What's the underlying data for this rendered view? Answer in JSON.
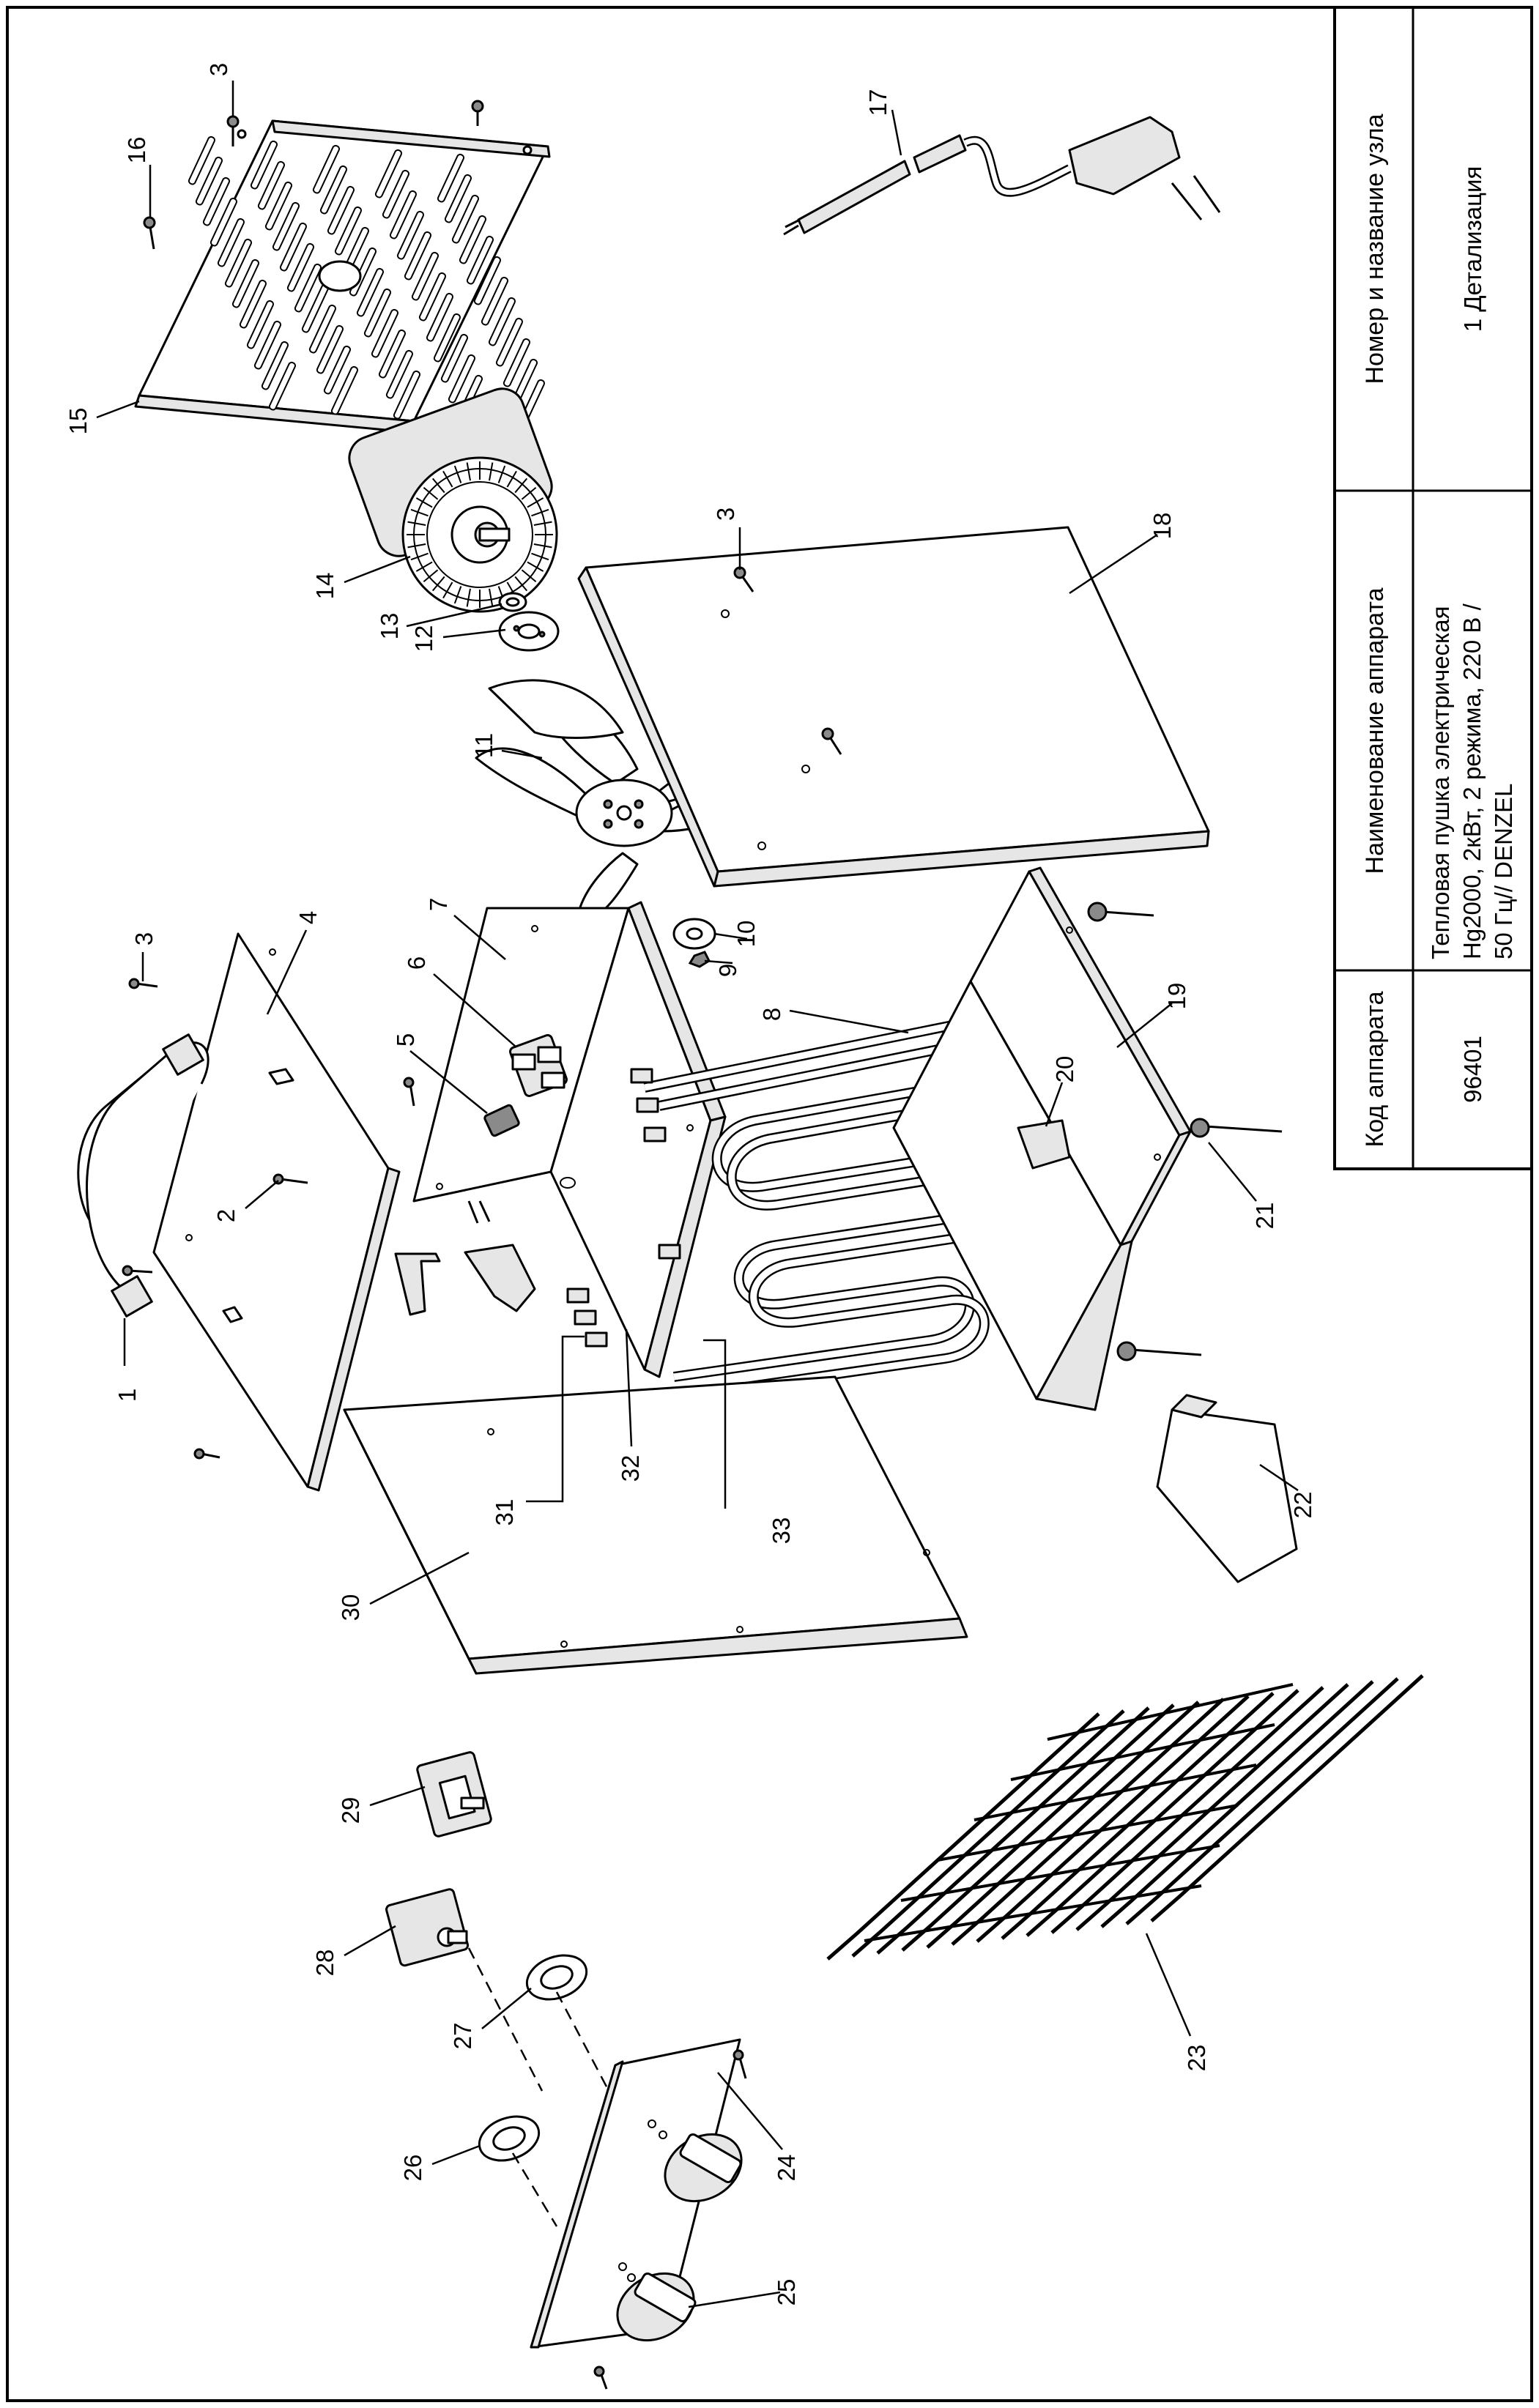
{
  "title_block": {
    "headers": {
      "code": "Код аппарата",
      "name": "Наименование аппарата",
      "node": "Номер и название узла"
    },
    "values": {
      "code": "96401",
      "name_lines": [
        "Тепловая пушка электрическая",
        "Hg2000, 2кВт, 2 режима, 220 В /",
        "50 Гц// DENZEL"
      ],
      "node": "1 Детализация"
    }
  },
  "callouts": {
    "c1": "1",
    "c2": "2",
    "c3a": "3",
    "c3b": "3",
    "c3c": "3",
    "c4": "4",
    "c5": "5",
    "c6": "6",
    "c7": "7",
    "c8": "8",
    "c9": "9",
    "c10": "10",
    "c11": "11",
    "c12": "12",
    "c13": "13",
    "c14": "14",
    "c15": "15",
    "c16": "16",
    "c17": "17",
    "c18": "18",
    "c19": "19",
    "c20": "20",
    "c21": "21",
    "c22": "22",
    "c23": "23",
    "c24": "24",
    "c25": "25",
    "c26": "26",
    "c27": "27",
    "c28": "28",
    "c29": "29",
    "c30": "30",
    "c31": "31",
    "c32": "32",
    "c33": "33"
  }
}
